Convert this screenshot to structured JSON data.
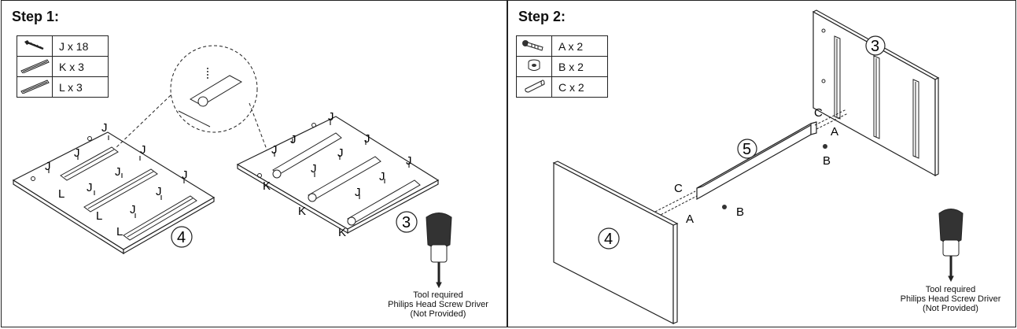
{
  "step1": {
    "title": "Step 1:",
    "parts": [
      {
        "icon": "screw-icon",
        "label": "J x 18"
      },
      {
        "icon": "drawer-slide-icon",
        "label": "K x 3"
      },
      {
        "icon": "drawer-slide-icon",
        "label": "L x 3"
      }
    ],
    "callouts": {
      "j": "J",
      "k": "K",
      "l": "L"
    },
    "panel_numbers": {
      "left_panel": "4",
      "right_panel": "3"
    },
    "tool": {
      "line1": "Tool required",
      "line2": "Philips Head Screw Driver",
      "line3": "(Not Provided)"
    }
  },
  "step2": {
    "title": "Step 2:",
    "parts": [
      {
        "icon": "cam-bolt-icon",
        "label": "A x 2"
      },
      {
        "icon": "cam-lock-icon",
        "label": "B x 2"
      },
      {
        "icon": "wooden-dowel-icon",
        "label": "C x 2"
      }
    ],
    "callouts": {
      "a": "A",
      "b": "B",
      "c": "C"
    },
    "panel_numbers": {
      "side_panel": "3",
      "rail": "5",
      "front_panel": "4"
    },
    "tool": {
      "line1": "Tool required",
      "line2": "Philips Head Screw Driver",
      "line3": "(Not Provided)"
    }
  }
}
